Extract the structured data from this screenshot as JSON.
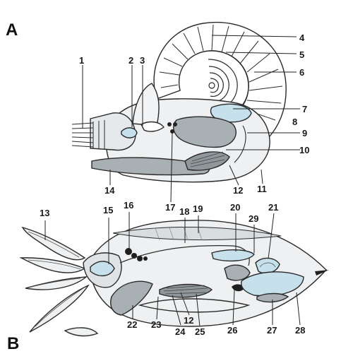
{
  "panels": {
    "a": "A",
    "b": "B"
  },
  "labels": {
    "l1": "1",
    "l2": "2",
    "l3": "3",
    "l4": "4",
    "l5": "5",
    "l6": "6",
    "l7": "7",
    "l8": "8",
    "l9": "9",
    "l10": "10",
    "l11": "11",
    "l12a": "12",
    "l14": "14",
    "l17": "17",
    "l13": "13",
    "l15": "15",
    "l16": "16",
    "l18": "18",
    "l19": "19",
    "l20": "20",
    "l21": "21",
    "l29": "29",
    "l22": "22",
    "l23": "23",
    "l12b": "12",
    "l24": "24",
    "l25": "25",
    "l26": "26",
    "l27": "27",
    "l28": "28"
  },
  "colors": {
    "body_fill": "#eef0f2",
    "organ_fill": "#a9b0b4",
    "cavity_fill": "#c6e1ec",
    "shell_fill": "#ffffff",
    "ink": "#222222"
  }
}
